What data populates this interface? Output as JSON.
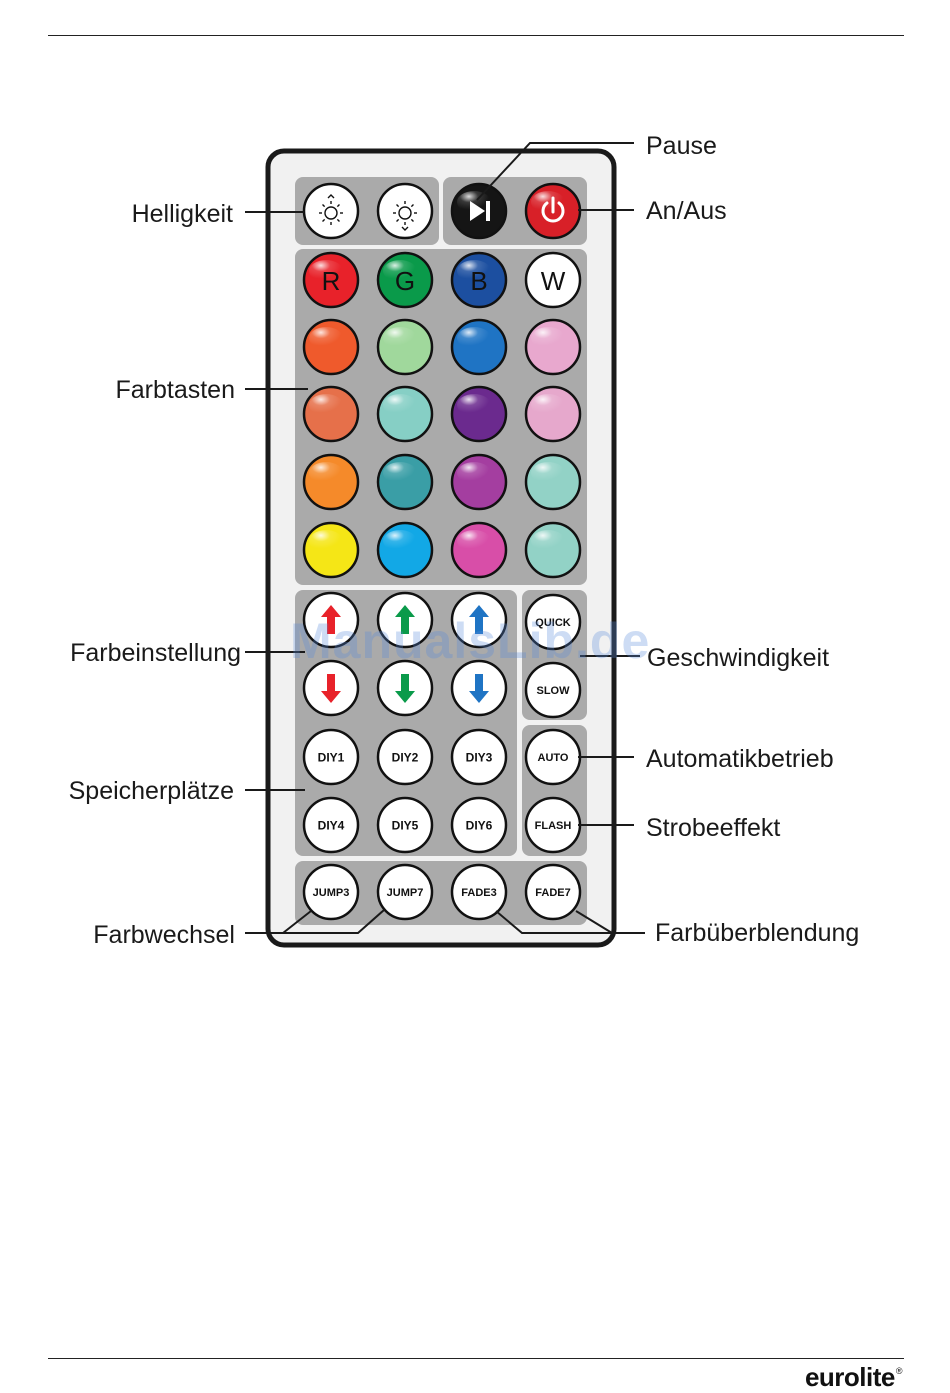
{
  "labels": {
    "helligkeit": "Helligkeit",
    "pause": "Pause",
    "an_aus": "An/Aus",
    "farbtasten": "Farbtasten",
    "farbeinstellung": "Farbeinstellung",
    "geschwindigkeit": "Geschwindigkeit",
    "speicherplaetze": "Speicherplätze",
    "automatikbetrieb": "Automatikbetrieb",
    "strobeeffekt": "Strobeeffekt",
    "farbwechsel": "Farbwechsel",
    "farbueberblendung": "Farbüberblendung"
  },
  "buttons": {
    "r": "R",
    "g": "G",
    "b": "B",
    "w": "W",
    "quick": "QUICK",
    "slow": "SLOW",
    "diy1": "DIY1",
    "diy2": "DIY2",
    "diy3": "DIY3",
    "diy4": "DIY4",
    "diy5": "DIY5",
    "diy6": "DIY6",
    "auto": "AUTO",
    "flash": "FLASH",
    "jump3": "JUMP3",
    "jump7": "JUMP7",
    "fade3": "FADE3",
    "fade7": "FADE7"
  },
  "color_grid": [
    [
      "#e8222a",
      "#0a9a4a",
      "#1c4fa0",
      "#ffffff"
    ],
    [
      "#ef5a2c",
      "#a0d89c",
      "#1f74c4",
      "#e8a8ce"
    ],
    [
      "#e6704a",
      "#86cfc5",
      "#6b2a8e",
      "#e6a8cc"
    ],
    [
      "#f58a2a",
      "#3a9ea6",
      "#a43ea0",
      "#92d2c6"
    ],
    [
      "#f5e616",
      "#12a8e6",
      "#d84ea8",
      "#92d2c6"
    ]
  ],
  "arrow_colors": [
    "#e8222a",
    "#0a9a4a",
    "#1f74c4"
  ],
  "watermark": "ManualsLib.de",
  "brand": {
    "name": "eurolite",
    "mark": "®"
  }
}
